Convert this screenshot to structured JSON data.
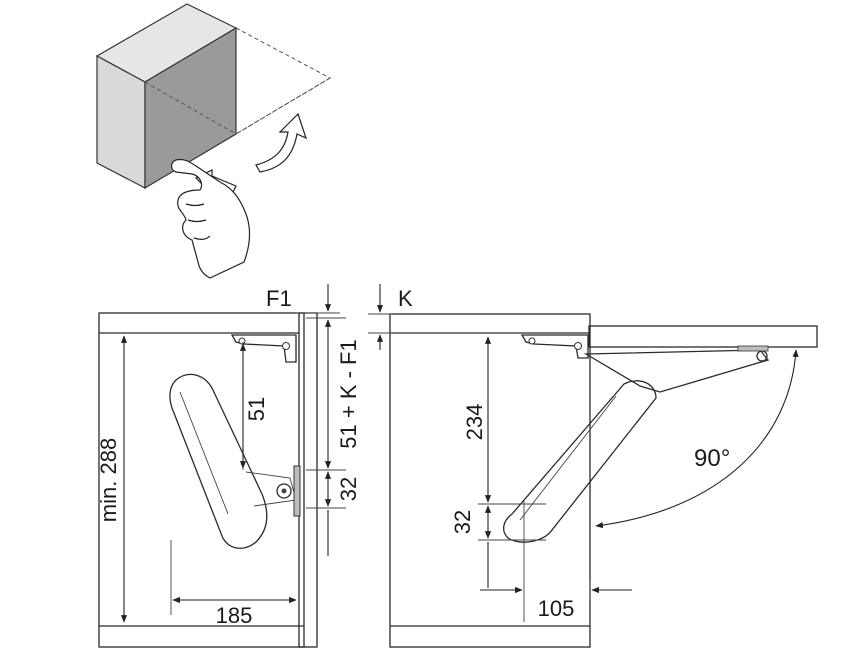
{
  "labels": {
    "f1": "F1",
    "k": "K",
    "min_height": "min. 288",
    "dim_51": "51",
    "dim_51_k_f1": "51 + K - F1",
    "dim_32_left": "32",
    "dim_185": "185",
    "dim_234": "234",
    "dim_32_right": "32",
    "dim_105": "105",
    "angle": "90°"
  },
  "colors": {
    "cabinet_side": "#d9d9d9",
    "cabinet_front": "#9a9a9a",
    "cabinet_top": "#e6e6e6",
    "panel_face": "#efefef",
    "arm_fill": "#e4e4e4",
    "lid_fill": "#f0f0f0",
    "line": "#222222"
  }
}
